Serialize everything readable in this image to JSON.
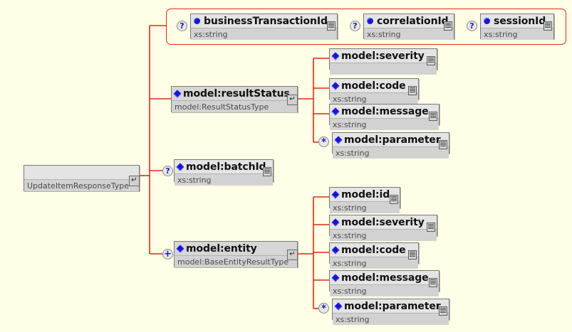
{
  "diagram": {
    "title": "UpdateItemResponseType XML schema tree",
    "background_color": "#ffffe8",
    "connector_color": "#e02a12",
    "element_glyph_color": "#1616d8"
  },
  "root": {
    "name": "",
    "type": "UpdateItemResponseType",
    "expander": "↵"
  },
  "attribute_group": {
    "items": [
      {
        "name": "businessTransactionId",
        "type": "xs:string",
        "occurrence": "?",
        "glyph": "circle"
      },
      {
        "name": "correlationId",
        "type": "xs:string",
        "occurrence": "?",
        "glyph": "circle"
      },
      {
        "name": "sessionId",
        "type": "xs:string",
        "occurrence": "?",
        "glyph": "circle"
      }
    ]
  },
  "children": [
    {
      "name": "model:resultStatus",
      "type": "model:ResultStatusType",
      "occurrence": "",
      "glyph": "diamond",
      "expander": "↵",
      "children": [
        {
          "name": "model:severity",
          "type": "",
          "occurrence": "",
          "glyph": "diamond"
        },
        {
          "name": "model:code",
          "type": "xs:string",
          "occurrence": "",
          "glyph": "diamond"
        },
        {
          "name": "model:message",
          "type": "xs:string",
          "occurrence": "",
          "glyph": "diamond"
        },
        {
          "name": "model:parameter",
          "type": "xs:string",
          "occurrence": "*",
          "glyph": "diamond"
        }
      ]
    },
    {
      "name": "model:batchId",
      "type": "xs:string",
      "occurrence": "?",
      "glyph": "diamond",
      "children": []
    },
    {
      "name": "model:entity",
      "type": "model:BaseEntityResultType",
      "occurrence": "+",
      "glyph": "diamond",
      "expander": "↵",
      "children": [
        {
          "name": "model:id",
          "type": "xs:string",
          "occurrence": "",
          "glyph": "diamond"
        },
        {
          "name": "model:severity",
          "type": "xs:string",
          "occurrence": "",
          "glyph": "diamond"
        },
        {
          "name": "model:code",
          "type": "xs:string",
          "occurrence": "",
          "glyph": "diamond"
        },
        {
          "name": "model:message",
          "type": "xs:string",
          "occurrence": "",
          "glyph": "diamond"
        },
        {
          "name": "model:parameter",
          "type": "xs:string",
          "occurrence": "*",
          "glyph": "diamond"
        }
      ]
    }
  ]
}
